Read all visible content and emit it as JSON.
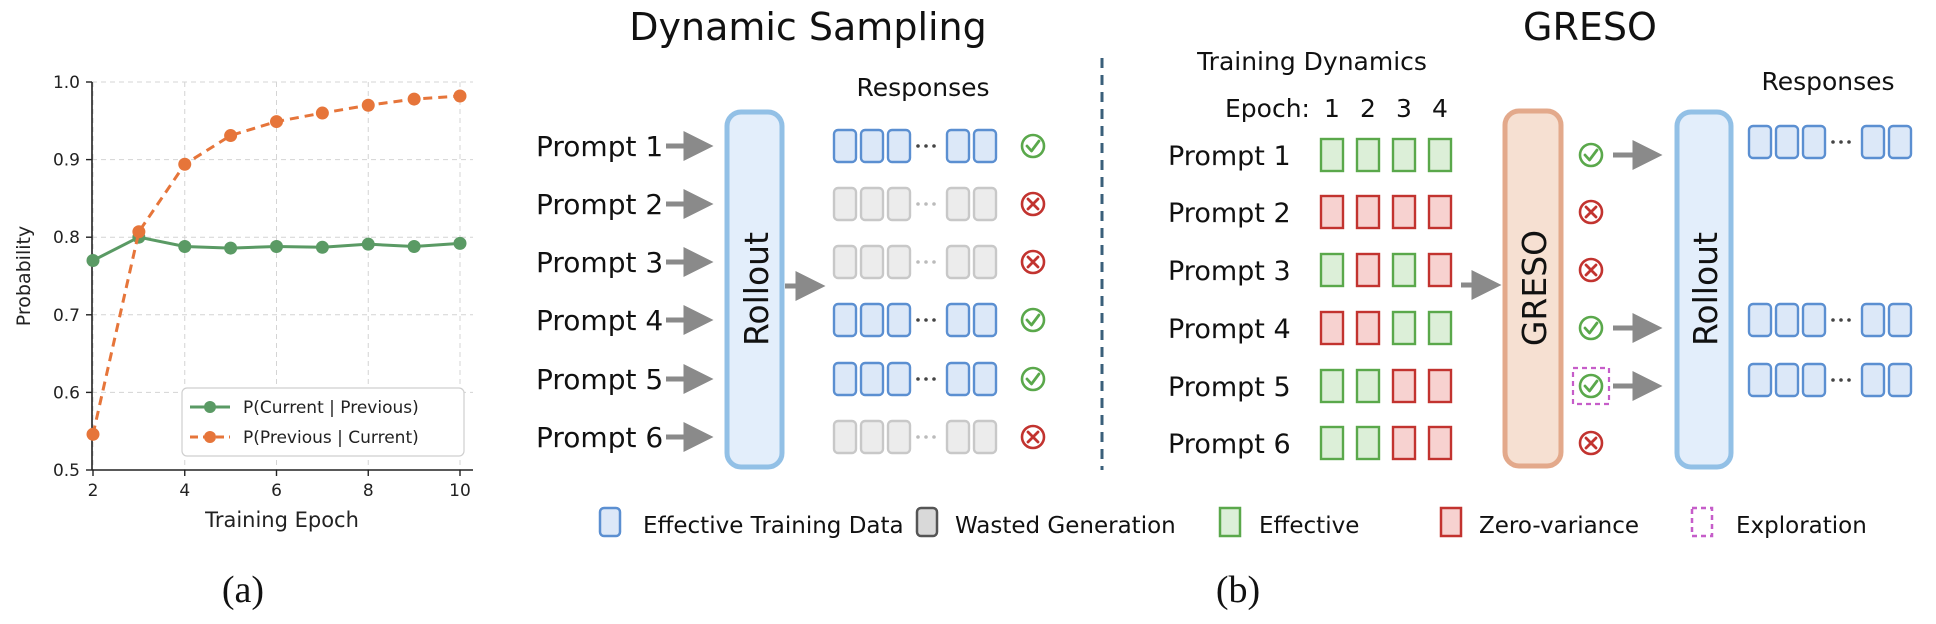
{
  "panel_a": {
    "chart_data": {
      "type": "line",
      "xlabel": "Training Epoch",
      "ylabel": "Probability",
      "xlim": [
        1.6,
        10.4
      ],
      "ylim": [
        0.5,
        1.0
      ],
      "xticks": [
        "2",
        "4",
        "6",
        "8",
        "10"
      ],
      "yticks": [
        "0.5",
        "0.6",
        "0.7",
        "0.8",
        "0.9",
        "1.0"
      ],
      "grid": true,
      "legend": "bottom-right",
      "x": [
        2,
        3,
        4,
        5,
        6,
        7,
        8,
        9,
        10
      ],
      "series": [
        {
          "name": "P(Current | Previous)",
          "style": "solid",
          "color": "#5a9a64",
          "values": [
            0.77,
            0.8,
            0.788,
            0.786,
            0.788,
            0.787,
            0.791,
            0.788,
            0.792
          ]
        },
        {
          "name": "P(Previous | Current)",
          "style": "dashed",
          "color": "#e6753a",
          "values": [
            0.546,
            0.807,
            0.894,
            0.931,
            0.949,
            0.96,
            0.97,
            0.978,
            0.982
          ]
        }
      ]
    },
    "caption": "(a)"
  },
  "panel_b": {
    "caption": "(b)",
    "ds": {
      "title": "Dynamic Sampling",
      "rollout_label": "Rollout",
      "responses_label": "Responses",
      "prompts": [
        {
          "label": "Prompt 1",
          "status": "check"
        },
        {
          "label": "Prompt 2",
          "status": "cross"
        },
        {
          "label": "Prompt 3",
          "status": "cross"
        },
        {
          "label": "Prompt 4",
          "status": "check"
        },
        {
          "label": "Prompt 5",
          "status": "check"
        },
        {
          "label": "Prompt 6",
          "status": "cross"
        }
      ]
    },
    "greso": {
      "title": "GRESO",
      "dynamics_label": "Training Dynamics",
      "epoch_label": "Epoch:",
      "epochs": [
        "1",
        "2",
        "3",
        "4"
      ],
      "block_label": "GRESO",
      "rollout_label": "Rollout",
      "responses_label": "Responses",
      "prompts": [
        {
          "label": "Prompt 1",
          "cells": [
            "effective",
            "effective",
            "effective",
            "effective"
          ],
          "status": "check",
          "exploration": false,
          "selected": true
        },
        {
          "label": "Prompt 2",
          "cells": [
            "zero",
            "zero",
            "zero",
            "zero"
          ],
          "status": "cross",
          "exploration": false,
          "selected": false
        },
        {
          "label": "Prompt 3",
          "cells": [
            "effective",
            "zero",
            "effective",
            "zero"
          ],
          "status": "cross",
          "exploration": false,
          "selected": false
        },
        {
          "label": "Prompt 4",
          "cells": [
            "zero",
            "zero",
            "effective",
            "effective"
          ],
          "status": "check",
          "exploration": false,
          "selected": true
        },
        {
          "label": "Prompt 5",
          "cells": [
            "effective",
            "effective",
            "zero",
            "zero"
          ],
          "status": "check",
          "exploration": true,
          "selected": true
        },
        {
          "label": "Prompt 6",
          "cells": [
            "effective",
            "effective",
            "zero",
            "zero"
          ],
          "status": "cross",
          "exploration": false,
          "selected": false
        }
      ]
    },
    "legend": {
      "effective_training_data": "Effective Training Data",
      "wasted_generation": "Wasted Generation",
      "effective": "Effective",
      "zero_variance": "Zero-variance",
      "exploration": "Exploration"
    },
    "colors": {
      "blue_fill": "#dce8f8",
      "blue_stroke": "#5b8fd1",
      "gray_fill": "#ececec",
      "gray_stroke": "#c8c8c8",
      "green_fill": "#dcefd8",
      "green_stroke": "#5aa84b",
      "red_fill": "#f7d2d0",
      "red_stroke": "#c2332f",
      "rollout_fill": "#e3eefb",
      "rollout_stroke": "#92c0e6",
      "greso_fill": "#f6e0d2",
      "greso_stroke": "#e3a98b",
      "exploration": "#c65dc9",
      "arrow": "#8a8a8a",
      "divider": "#3a5f7a"
    }
  }
}
